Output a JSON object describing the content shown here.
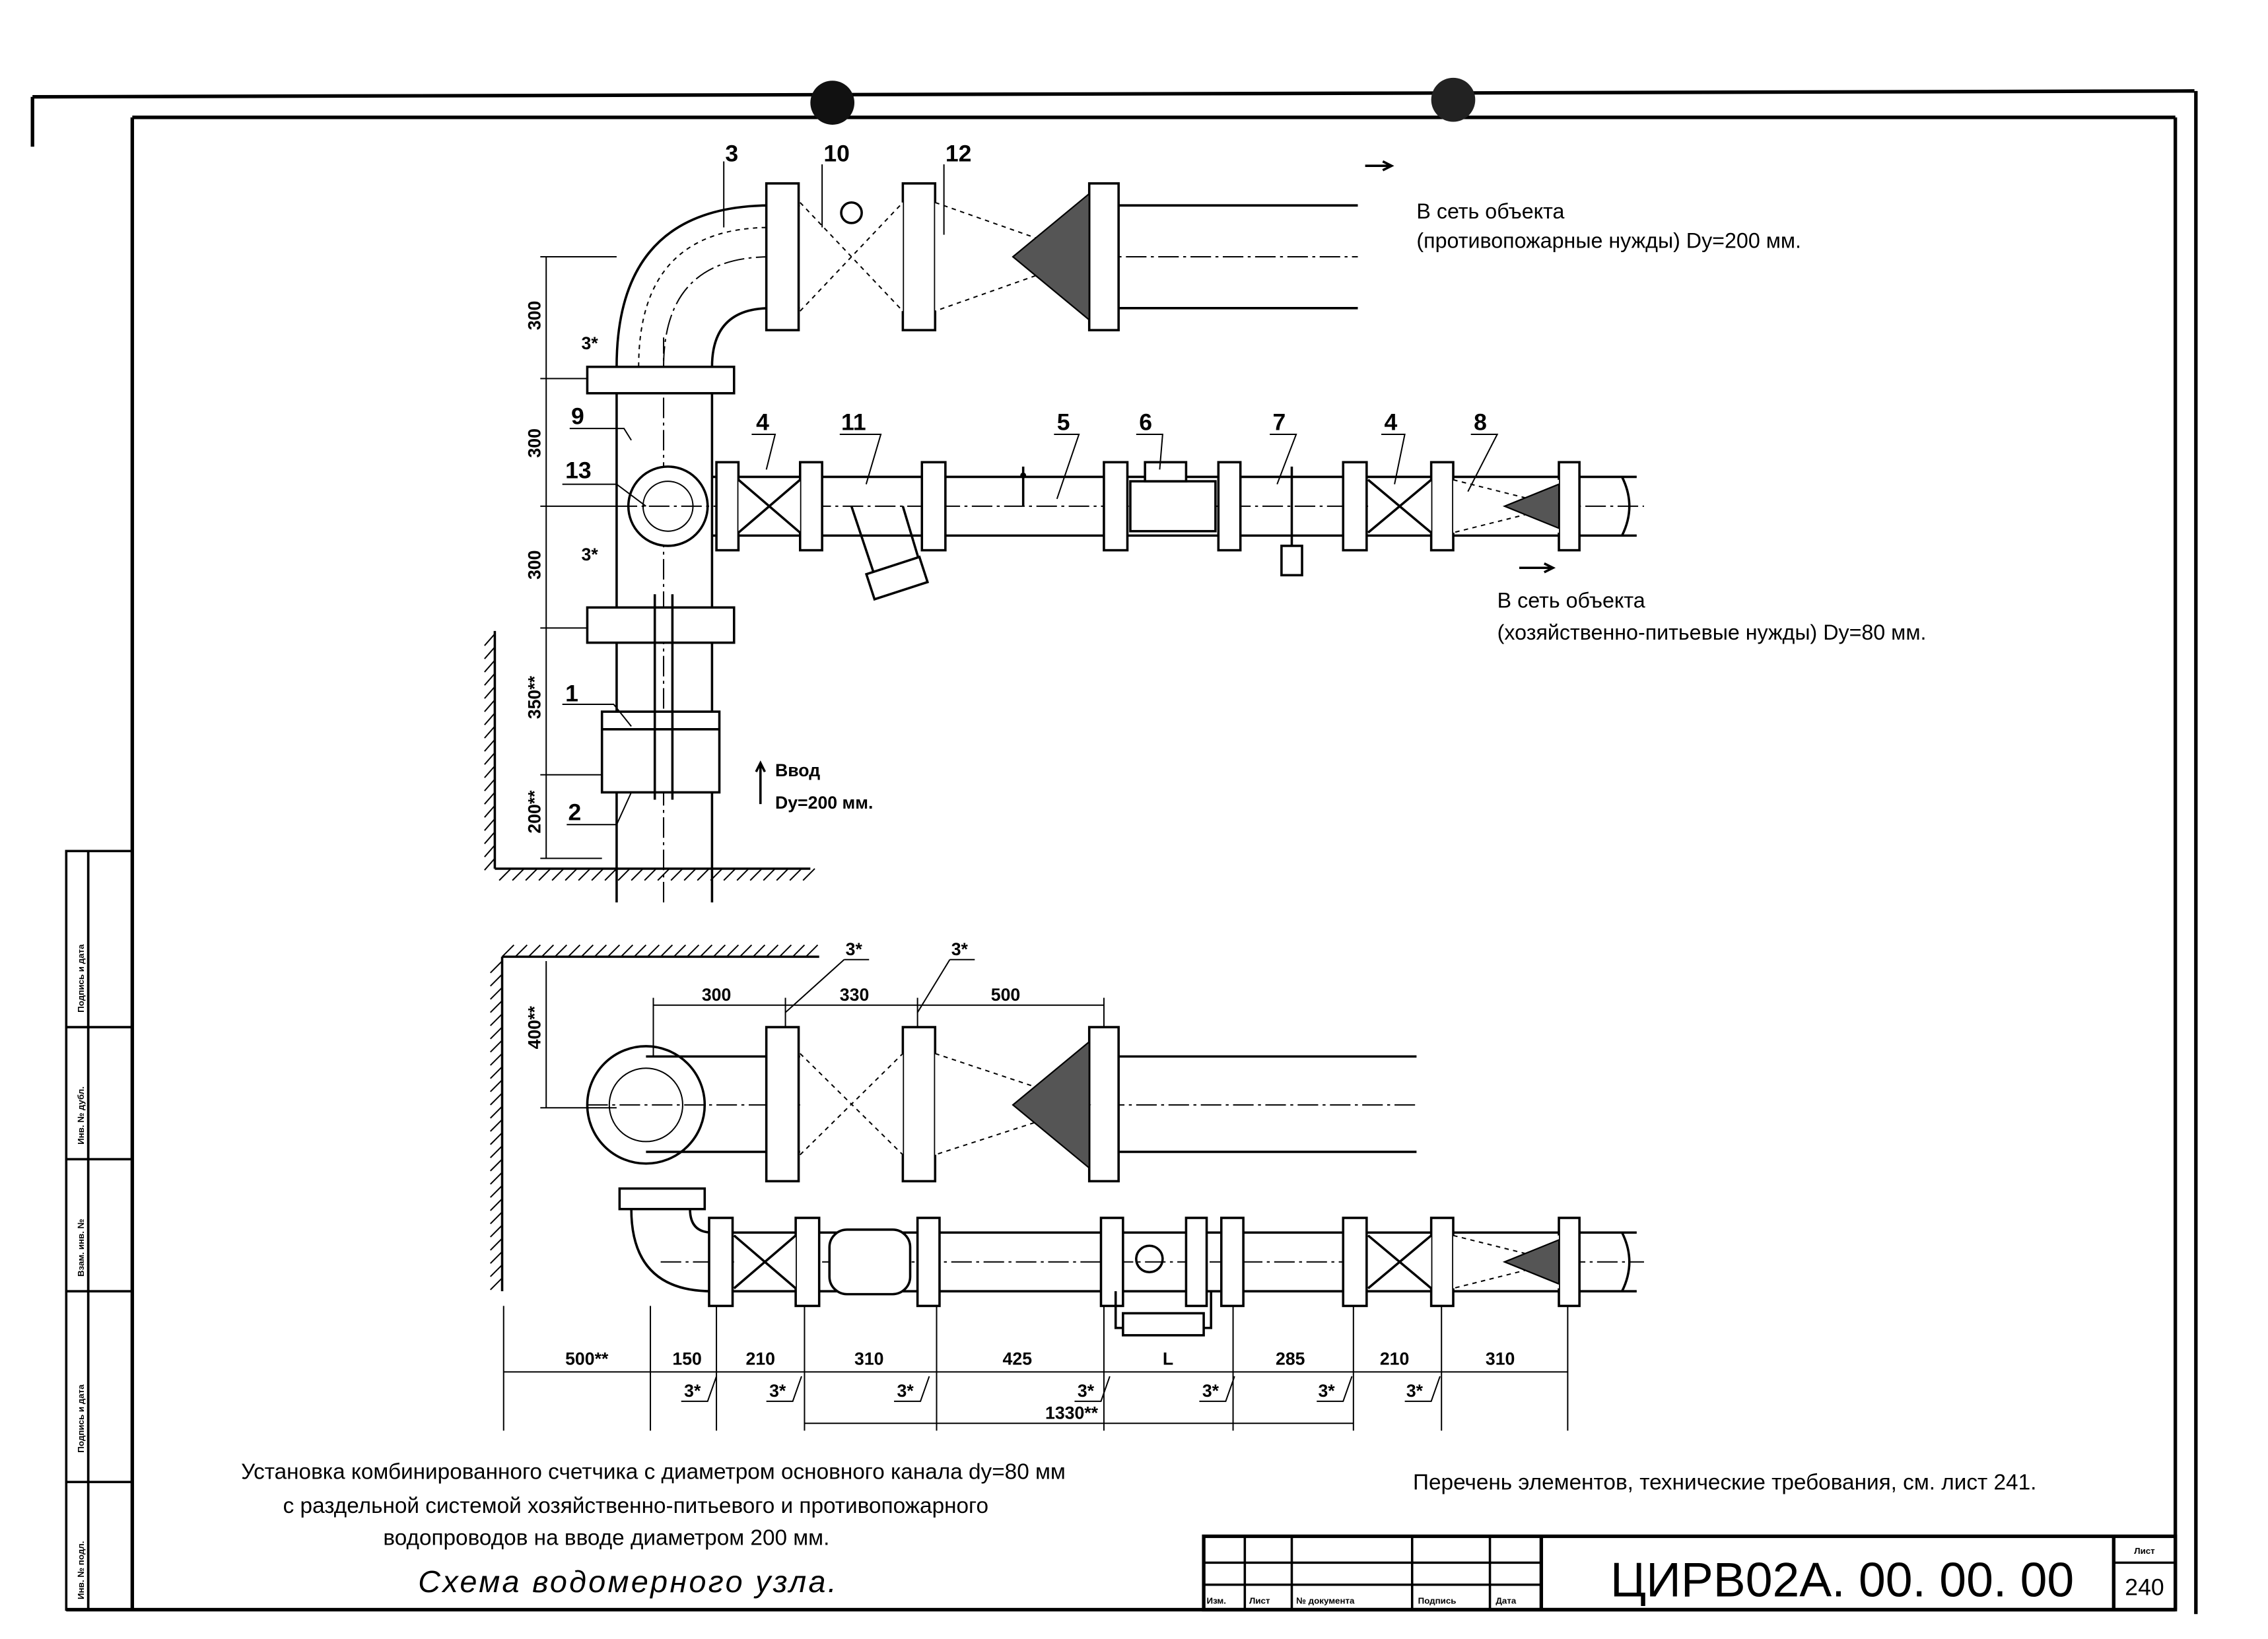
{
  "labels_top": {
    "p3": "3",
    "p10": "10",
    "p12": "12",
    "p9": "9",
    "p13": "13",
    "p4a": "4",
    "p11": "11",
    "p5": "5",
    "p6": "6",
    "p7": "7",
    "p4b": "4",
    "p8": "8",
    "p1": "1",
    "p2": "2",
    "s1": "3*",
    "s2": "3*"
  },
  "notes": {
    "fire_line1": "В сеть объекта",
    "fire_line2": "(противопожарные нужды) Dy=200 мм.",
    "house_line1": "В сеть объекта",
    "house_line2": "(хозяйственно-питьевые нужды) Dy=80 мм.",
    "inlet_line1": "Ввод",
    "inlet_line2": "Dy=200 мм."
  },
  "dims_vertical_top": [
    "300",
    "300",
    "300",
    "350**",
    "200**"
  ],
  "dims_plan_top": {
    "d1": "300",
    "d2": "330",
    "d3": "500",
    "w": "400**",
    "s1": "3*",
    "s2": "3*"
  },
  "dims_plan_bottom": [
    "500**",
    "150",
    "210",
    "310",
    "425",
    "L",
    "285",
    "210",
    "310"
  ],
  "seams_bottom": [
    "3*",
    "3*",
    "3*",
    "3*",
    "3*",
    "3*",
    "3*"
  ],
  "dim_total": "1330**",
  "caption": {
    "line1": "Установка комбинированного счетчика с диаметром основного канала dy=80 мм",
    "line2": "с раздельной  системой хозяйственно-питьевого и противопожарного",
    "line3": "водопроводов на вводе диаметром 200 мм.",
    "title": "Схема водомерного узла."
  },
  "reference_note": "Перечень элементов, технические требования, см. лист 241.",
  "title_block": {
    "headers": [
      "Изм.",
      "Лист",
      "№ документа",
      "Подпись",
      "Дата"
    ],
    "doc_code": "ЦИРВ02А. 00. 00. 00",
    "sheet_label": "Лист",
    "sheet_number": "240"
  },
  "side_stamp": [
    "Подпись и дата",
    "Инв. № дубл.",
    "Взам. инв. №",
    "Подпись и дата",
    "Инв. № подл."
  ]
}
